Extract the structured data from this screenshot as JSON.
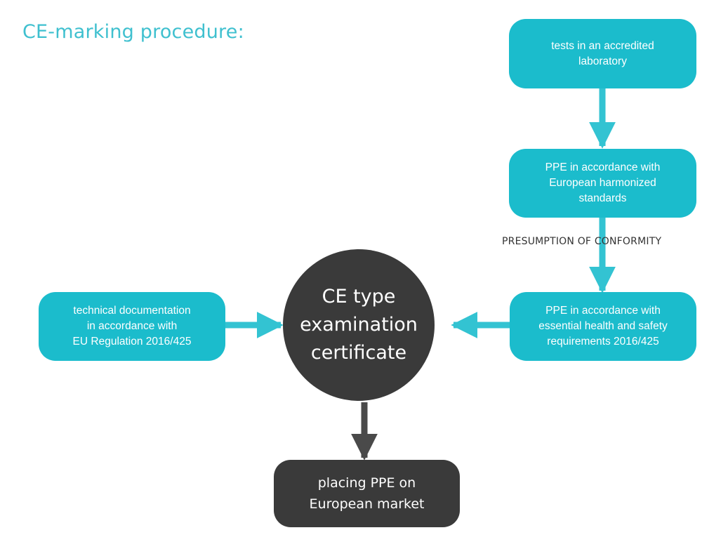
{
  "title": "CE-marking procedure:",
  "nodes": {
    "tests": "tests in an accredited\nlaboratory",
    "harmonized": "PPE in accordance with\nEuropean harmonized\nstandards",
    "essential": "PPE in accordance with\nessential health and safety\nrequirements 2016/425",
    "technical": "technical documentation\nin accordance with\nEU Regulation 2016/425",
    "certificate": "CE type\nexamination\ncertificate",
    "market": "placing PPE on\nEuropean market"
  },
  "edge_label": "PRESUMPTION OF CONFORMITY",
  "colors": {
    "teal": "#1bbccc",
    "dark": "#3a3a3a",
    "title": "#3fc0cf",
    "arrow_teal": "#33c3d2",
    "arrow_dark": "#4a4a4a"
  }
}
